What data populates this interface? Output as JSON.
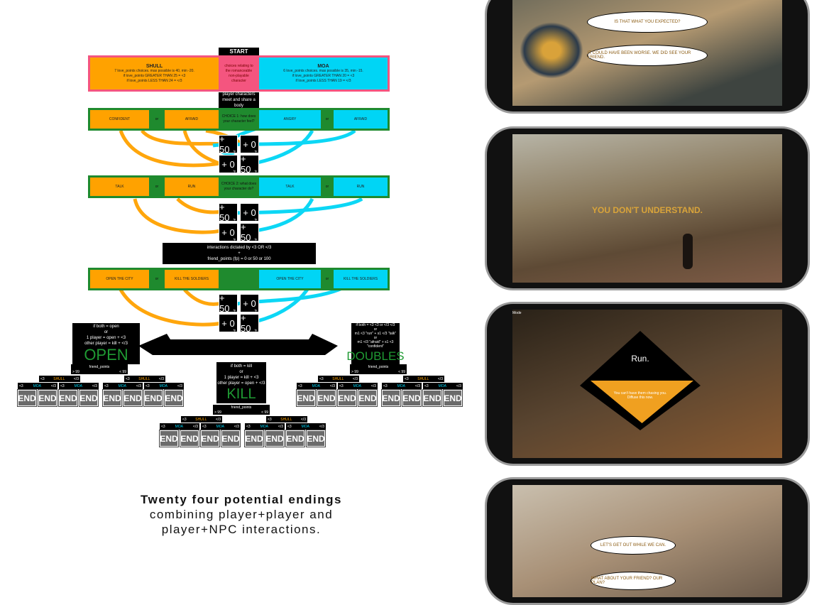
{
  "start": "START",
  "shull": {
    "title": "SHULL",
    "lines": [
      "7 love_points choices. max possible is 40, min -20.",
      "if love_points GREATER THAN 25  = <3",
      "if love_points LESS THAN 24 = </3"
    ]
  },
  "center_text": "choices relating to the romanceable non-playable character",
  "moa": {
    "title": "MOA",
    "lines": [
      "6 love_points choices. max possible is 35, min -15.",
      "if love_points GREATER THAN 20  = <3",
      "if love_points LESS THAN 19 = </3"
    ]
  },
  "meet": "player characters meet and share a body",
  "choices": [
    {
      "center": "CHOICE 1: how does your character feel?",
      "left": [
        "CONFIDENT",
        "AFRAID"
      ],
      "right": [
        "ANGRY",
        "AFRAID"
      ],
      "or": "or"
    },
    {
      "center": "CHOICE 2: what does your character do?",
      "left": [
        "TALK",
        "RUN"
      ],
      "right": [
        "TALK",
        "RUN"
      ],
      "or": "or"
    },
    {
      "center": "",
      "left": [
        "OPEN THE CITY",
        "KILL THE SOLDIERS"
      ],
      "right": [
        "OPEN THE CITY",
        "KILL THE SOLDIERS"
      ],
      "or": "or"
    }
  ],
  "points": [
    [
      "+ 50",
      "+ 0",
      "+ 0",
      "+ 50"
    ],
    [
      "+ 50",
      "+ 0",
      "+ 0",
      "+ 50"
    ],
    [
      "+ 50",
      "+ 0",
      "+ 0",
      "+ 50"
    ]
  ],
  "fp": "fp",
  "interactions": [
    "interactions dictated by <3 OR </3",
    "+",
    "friend_points (fp) = 0 or 50 or 100"
  ],
  "outcomes": {
    "open": {
      "lines": [
        "if both = open",
        "or",
        "1 player = open + <3",
        "other player = kill + </3"
      ],
      "title": "OPEN"
    },
    "kill": {
      "lines": [
        "if both = kill",
        "or",
        "1 player = kill + <3",
        "other player = open + </3"
      ],
      "title": "KILL"
    },
    "doubles": {
      "lines": [
        "if both = <3 <3 or </3 </3",
        "or",
        "m1 <3 \"run\" + s1 </3 \"talk\"",
        "or",
        "m1 </3 \"afraid\" + s1 <3 \"confident\""
      ],
      "title": "DOUBLES"
    }
  },
  "tree": {
    "friend_points": "friend_points",
    "gt": "> 99",
    "lt": "< 99",
    "shull": "SHULL",
    "moa": "MOA",
    "love": "<3",
    "nolove": "</3",
    "end": "END"
  },
  "caption": [
    "Twenty four potential endings",
    "combining player+player and",
    "player+NPC interactions."
  ],
  "phones": [
    {
      "bubbles": [
        "IS THAT WHAT YOU EXPECTED?",
        "IT COULD HAVE BEEN WORSE. WE DID SEE YOUR FRIEND."
      ]
    },
    {
      "caption": "YOU DON'T UNDERSTAND."
    },
    {
      "mode": "Mode",
      "title": "Run.",
      "text": [
        "You can't have them chasing you.",
        "Diffuse this now."
      ]
    },
    {
      "bubbles": [
        "LET'S GET OUT WHILE WE CAN.",
        "WHAT ABOUT YOUR FRIEND? OUR PLAN?"
      ]
    }
  ],
  "colors": {
    "shull": "#ffa200",
    "moa": "#00d5f5",
    "choice": "#1f8a2e",
    "romance": "#f4557f"
  }
}
